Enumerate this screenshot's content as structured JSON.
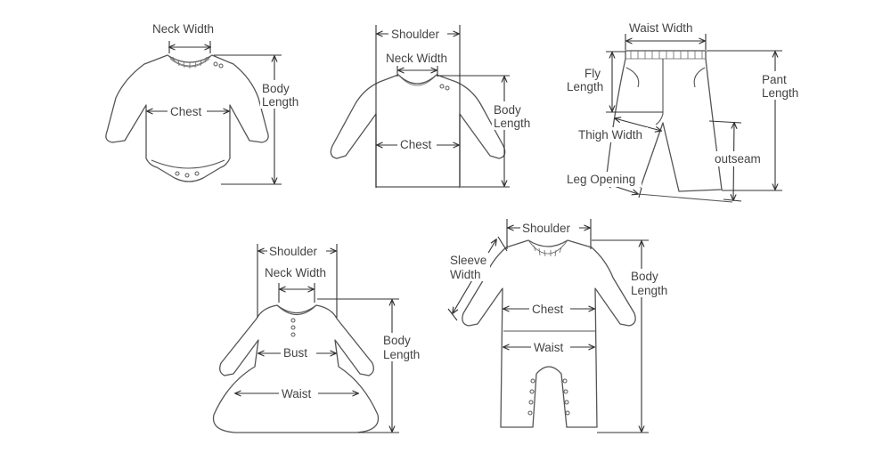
{
  "garments": {
    "bodysuit": {
      "neck_width": "Neck Width",
      "chest": "Chest",
      "body_length_1": "Body",
      "body_length_2": "Length"
    },
    "sweater": {
      "shoulder": "Shoulder",
      "neck_width": "Neck Width",
      "chest": "Chest",
      "body_length_1": "Body",
      "body_length_2": "Length"
    },
    "pants": {
      "waist_width": "Waist Width",
      "fly_length_1": "Fly",
      "fly_length_2": "Length",
      "pant_length_1": "Pant",
      "pant_length_2": "Length",
      "thigh_width": "Thigh Width",
      "outseam": "outseam",
      "leg_opening": "Leg Opening"
    },
    "dress": {
      "shoulder": "Shoulder",
      "neck_width": "Neck Width",
      "bust": "Bust",
      "waist": "Waist",
      "body_length_1": "Body",
      "body_length_2": "Length"
    },
    "romper": {
      "shoulder": "Shoulder",
      "sleeve_width_1": "Sleeve",
      "sleeve_width_2": "Width",
      "chest": "Chest",
      "waist": "Waist",
      "body_length_1": "Body",
      "body_length_2": "Length"
    }
  }
}
